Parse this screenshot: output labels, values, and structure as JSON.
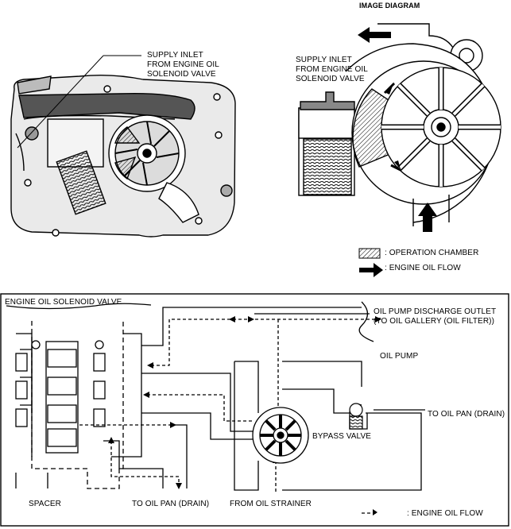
{
  "top_left": {
    "supply_inlet_label": [
      "SUPPLY INLET",
      "FROM ENGINE OIL",
      "SOLENOID VALVE"
    ]
  },
  "top_right": {
    "title": "IMAGE DIAGRAM",
    "supply_inlet_label": [
      "SUPPLY INLET",
      "FROM ENGINE OIL",
      "SOLENOID VALVE"
    ],
    "legend": {
      "operation_chamber": ": OPERATION CHAMBER",
      "engine_oil_flow": ": ENGINE OIL FLOW"
    }
  },
  "bottom": {
    "solenoid_valve": "ENGINE OIL SOLENOID VALVE",
    "discharge_outlet": [
      "OIL PUMP DISCHARGE OUTLET",
      "(TO OIL GALLERY (OIL FILTER))"
    ],
    "oil_pump": "OIL PUMP",
    "to_oil_pan_right": "TO OIL PAN (DRAIN)",
    "bypass_valve": "BYPASS VALVE",
    "spacer": "SPACER",
    "to_oil_pan_bottom": "TO OIL PAN (DRAIN)",
    "from_oil_strainer": "FROM OIL STRAINER",
    "legend_flow": ": ENGINE OIL FLOW"
  }
}
